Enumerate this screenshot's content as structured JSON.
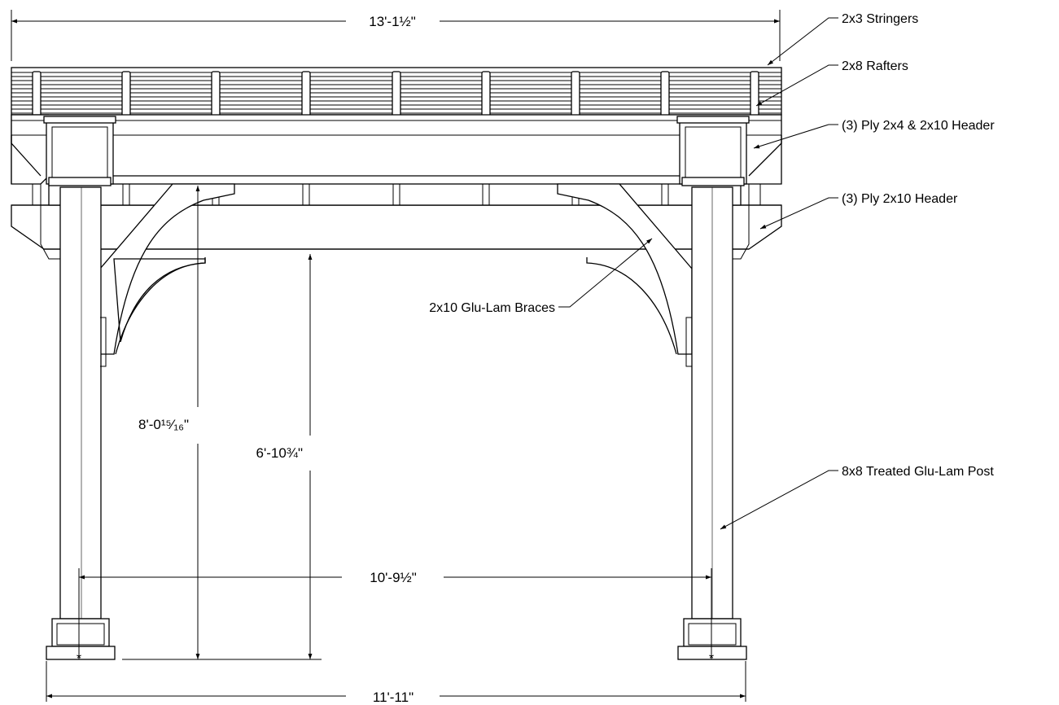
{
  "drawing": {
    "dimensions": {
      "overall_width": "13'-1½\"",
      "post_spacing": "10'-9½\"",
      "base_width": "11'-11\"",
      "header_height": "8'-0¹⁵⁄₁₆\"",
      "brace_clearance": "6'-10¾\""
    },
    "callouts": {
      "stringers": "2x3 Stringers",
      "rafters": "2x8 Rafters",
      "upper_header": "(3) Ply 2x4 & 2x10 Header",
      "lower_header": "(3) Ply 2x10 Header",
      "braces": "2x10 Glu-Lam Braces",
      "post": "8x8 Treated Glu-Lam Post"
    }
  }
}
